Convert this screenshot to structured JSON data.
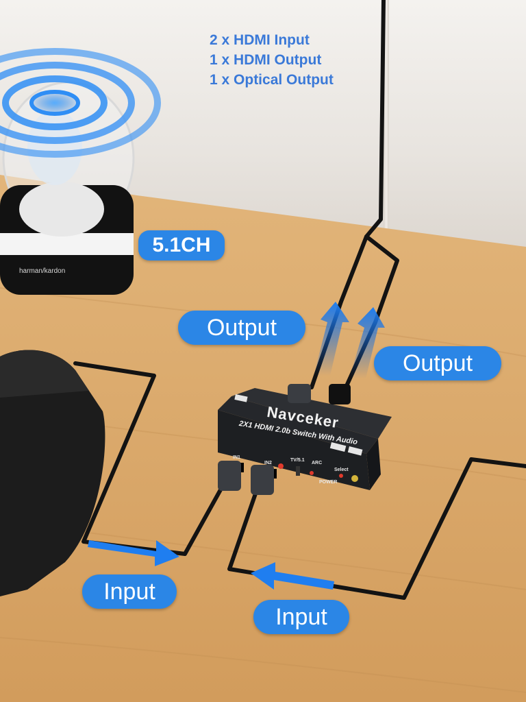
{
  "specs": [
    "2 x HDMI Input",
    "1 x HDMI Output",
    "1 x Optical Output"
  ],
  "badges": {
    "channels": "5.1CH",
    "output_hdmi": "Output",
    "output_optical": "Output",
    "input_1": "Input",
    "input_2": "Input"
  },
  "device": {
    "brand": "Navceker",
    "model": "2X1 HDMI 2.0b Switch With Audio",
    "port_in1": "IN1",
    "port_in2": "IN2",
    "label_tv": "TV/5.1",
    "label_arc": "ARC",
    "label_select": "Select",
    "label_power": "POWER"
  },
  "speaker": {
    "brand": "harman/kardon"
  },
  "colors": {
    "accent": "#2b86e6",
    "spec_text": "#3a79d8",
    "desk": "#d8a867",
    "device_body": "#1d1f22",
    "cable": "#151515"
  }
}
